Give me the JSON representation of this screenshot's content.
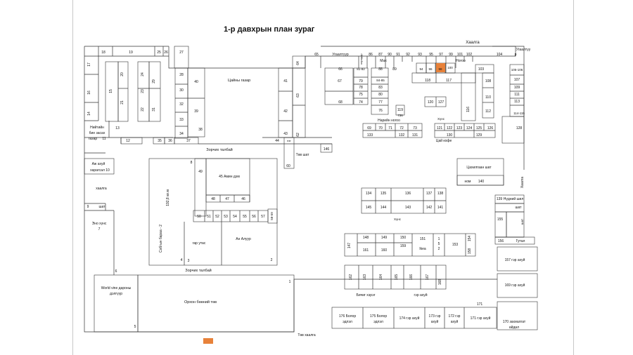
{
  "plan": {
    "title": "1-р давхрын план зураг",
    "highlight_color": "#e8823a",
    "labels": [
      {
        "id": "l-havalga-top",
        "text": "Хаалга"
      },
      {
        "id": "l-18",
        "text": "18"
      },
      {
        "id": "l-19",
        "text": "19"
      },
      {
        "id": "l-25",
        "text": "25"
      },
      {
        "id": "l-26",
        "text": "26"
      },
      {
        "id": "l-27",
        "text": "27"
      },
      {
        "id": "l-17",
        "text": "17"
      },
      {
        "id": "l-16",
        "text": "16"
      },
      {
        "id": "l-14",
        "text": "14"
      },
      {
        "id": "l-15",
        "text": "15"
      },
      {
        "id": "l-20",
        "text": "20"
      },
      {
        "id": "l-21",
        "text": "21"
      },
      {
        "id": "l-24",
        "text": "24"
      },
      {
        "id": "l-23",
        "text": "23"
      },
      {
        "id": "l-22",
        "text": "22"
      },
      {
        "id": "l-29",
        "text": "29"
      },
      {
        "id": "l-31",
        "text": "31"
      },
      {
        "id": "l-28",
        "text": "28"
      },
      {
        "id": "l-30",
        "text": "30"
      },
      {
        "id": "l-32",
        "text": "32"
      },
      {
        "id": "l-33",
        "text": "33"
      },
      {
        "id": "l-34",
        "text": "34"
      },
      {
        "id": "l-40",
        "text": "40"
      },
      {
        "id": "l-39",
        "text": "39"
      },
      {
        "id": "l-38",
        "text": "38"
      },
      {
        "id": "l-cai",
        "text": "Цайны газар"
      },
      {
        "id": "l-41",
        "text": "41"
      },
      {
        "id": "l-42",
        "text": "42"
      },
      {
        "id": "l-43",
        "text": "43"
      },
      {
        "id": "l-44",
        "text": "44"
      },
      {
        "id": "l-64",
        "text": "64"
      },
      {
        "id": "l-63",
        "text": "63"
      },
      {
        "id": "l-62",
        "text": "62"
      },
      {
        "id": "l-65",
        "text": "65"
      },
      {
        "id": "l-ugaaltuur",
        "text": "Угаалтуур"
      },
      {
        "id": "l-korridor",
        "text": "коридор"
      },
      {
        "id": "l-86",
        "text": "86"
      },
      {
        "id": "l-87",
        "text": "87"
      },
      {
        "id": "l-90",
        "text": "90"
      },
      {
        "id": "l-91",
        "text": "91"
      },
      {
        "id": "l-92",
        "text": "92"
      },
      {
        "id": "l-93",
        "text": "93"
      },
      {
        "id": "l-95",
        "text": "95"
      },
      {
        "id": "l-97",
        "text": "97"
      },
      {
        "id": "l-99",
        "text": "99"
      },
      {
        "id": "l-101",
        "text": "101"
      },
      {
        "id": "l-102",
        "text": "102"
      },
      {
        "id": "l-104",
        "text": "104"
      },
      {
        "id": "l-ugaaltuur2",
        "text": "Угаалтуу"
      },
      {
        "id": "l-ugaaltuur2b",
        "text": "р"
      },
      {
        "id": "l-mah",
        "text": "Мах"
      },
      {
        "id": "l-nogoo",
        "text": "Ногоо"
      },
      {
        "id": "l-66",
        "text": "66"
      },
      {
        "id": "l-81",
        "text": "81-82"
      },
      {
        "id": "l-88",
        "text": "88"
      },
      {
        "id": "l-89",
        "text": "89"
      },
      {
        "id": "l-94",
        "text": "94"
      },
      {
        "id": "l-96",
        "text": "96"
      },
      {
        "id": "l-98",
        "text": "98"
      },
      {
        "id": "l-100",
        "text": "100"
      },
      {
        "id": "l-103",
        "text": "103"
      },
      {
        "id": "l-105",
        "text": "105-106"
      },
      {
        "id": "l-107",
        "text": "107"
      },
      {
        "id": "l-108",
        "text": "108"
      },
      {
        "id": "l-109",
        "text": "109"
      },
      {
        "id": "l-110",
        "text": "110"
      },
      {
        "id": "l-111",
        "text": "111"
      },
      {
        "id": "l-112",
        "text": "112"
      },
      {
        "id": "l-113",
        "text": "113"
      },
      {
        "id": "l-114",
        "text": "114-115"
      },
      {
        "id": "l-67",
        "text": "67"
      },
      {
        "id": "l-68",
        "text": "68"
      },
      {
        "id": "l-79",
        "text": "79"
      },
      {
        "id": "l-78",
        "text": "78"
      },
      {
        "id": "l-75",
        "text": "75"
      },
      {
        "id": "l-74",
        "text": "74"
      },
      {
        "id": "l-84",
        "text": "84-85"
      },
      {
        "id": "l-83",
        "text": "83"
      },
      {
        "id": "l-80",
        "text": "80"
      },
      {
        "id": "l-77",
        "text": "77"
      },
      {
        "id": "l-76",
        "text": "76"
      },
      {
        "id": "l-118",
        "text": "118"
      },
      {
        "id": "l-117",
        "text": "117"
      },
      {
        "id": "l-116",
        "text": "116"
      },
      {
        "id": "l-120",
        "text": "120"
      },
      {
        "id": "l-127",
        "text": "127"
      },
      {
        "id": "l-119",
        "text": "119"
      },
      {
        "id": "l-736",
        "text": "736"
      },
      {
        "id": "l-narii",
        "text": "Нарийн ногоо"
      },
      {
        "id": "l-69",
        "text": "69"
      },
      {
        "id": "l-70",
        "text": "70"
      },
      {
        "id": "l-71",
        "text": "71"
      },
      {
        "id": "l-72",
        "text": "72"
      },
      {
        "id": "l-73",
        "text": "73"
      },
      {
        "id": "l-133",
        "text": "133"
      },
      {
        "id": "l-132",
        "text": "132"
      },
      {
        "id": "l-131",
        "text": "131"
      },
      {
        "id": "l-hunsh",
        "text": "Хүнс"
      },
      {
        "id": "l-121",
        "text": "121"
      },
      {
        "id": "l-122",
        "text": "122"
      },
      {
        "id": "l-123",
        "text": "123"
      },
      {
        "id": "l-124",
        "text": "124"
      },
      {
        "id": "l-125",
        "text": "125"
      },
      {
        "id": "l-126",
        "text": "126"
      },
      {
        "id": "l-130",
        "text": "130"
      },
      {
        "id": "l-129",
        "text": "129"
      },
      {
        "id": "l-128",
        "text": "128"
      },
      {
        "id": "l-caikofe",
        "text": "Цай кофе"
      },
      {
        "id": "l-neiti1",
        "text": "Нийтийн"
      },
      {
        "id": "l-neiti2",
        "text": "бие засах"
      },
      {
        "id": "l-neiti3",
        "text": "газар"
      },
      {
        "id": "l-11",
        "text": "11"
      },
      {
        "id": "l-13",
        "text": "13"
      },
      {
        "id": "l-12",
        "text": "12"
      },
      {
        "id": "l-35",
        "text": "35"
      },
      {
        "id": "l-36",
        "text": "36"
      },
      {
        "id": "l-37",
        "text": "37"
      },
      {
        "id": "l-zorchi1",
        "text": "Зорчих талбай"
      },
      {
        "id": "l-tev-shat",
        "text": "Төв шат"
      },
      {
        "id": "l-146",
        "text": "146"
      },
      {
        "id": "l-60",
        "text": "60"
      },
      {
        "id": "l-hel",
        "text": "нэг"
      },
      {
        "id": "l-ajahui1",
        "text": "Аж ахуй"
      },
      {
        "id": "l-ajahui2",
        "text": "харагсал 10"
      },
      {
        "id": "l-havalga-left",
        "text": "хаалга"
      },
      {
        "id": "l-9",
        "text": "9"
      },
      {
        "id": "l-shat-left",
        "text": "шат"
      },
      {
        "id": "l-eno1",
        "text": "Эно хүнс"
      },
      {
        "id": "l-7",
        "text": "7"
      },
      {
        "id": "l-6",
        "text": "6"
      },
      {
        "id": "l-8",
        "text": "8"
      },
      {
        "id": "l-49",
        "text": "49"
      },
      {
        "id": "l-45",
        "text": "45  Амин дэм"
      },
      {
        "id": "l-48",
        "text": "48"
      },
      {
        "id": "l-47",
        "text": "47"
      },
      {
        "id": "l-46",
        "text": "46"
      },
      {
        "id": "l-192",
        "text": "192,8 кв.м"
      },
      {
        "id": "l-sob",
        "text": "Собгын бараа - 2"
      },
      {
        "id": "l-50",
        "text": "50"
      },
      {
        "id": "l-51",
        "text": "51"
      },
      {
        "id": "l-52",
        "text": "52"
      },
      {
        "id": "l-53",
        "text": "53"
      },
      {
        "id": "l-54",
        "text": "54"
      },
      {
        "id": "l-55",
        "text": "55"
      },
      {
        "id": "l-56",
        "text": "56"
      },
      {
        "id": "l-57",
        "text": "57"
      },
      {
        "id": "l-58",
        "text": "58-59"
      },
      {
        "id": "l-garutas",
        "text": "гар утас"
      },
      {
        "id": "l-anapuur",
        "text": "Ан Алуур"
      },
      {
        "id": "l-4",
        "text": "4"
      },
      {
        "id": "l-3",
        "text": "3"
      },
      {
        "id": "l-2",
        "text": "2"
      },
      {
        "id": "l-zorchi2",
        "text": "Зорчих талбай"
      },
      {
        "id": "l-world1",
        "text": "World vine дароны"
      },
      {
        "id": "l-world2",
        "text": "дэлгүүр"
      },
      {
        "id": "l-5",
        "text": "5"
      },
      {
        "id": "l-1",
        "text": "1"
      },
      {
        "id": "l-orhon",
        "text": "Орхон бөөний төв"
      },
      {
        "id": "l-tev-havalga",
        "text": "Төв хаалга"
      },
      {
        "id": "l-cakilgaan",
        "text": "Цахилгаан шат"
      },
      {
        "id": "l-nom",
        "text": "ном"
      },
      {
        "id": "l-140",
        "text": "140"
      },
      {
        "id": "l-havalga-right",
        "text": "Хаалга"
      },
      {
        "id": "l-134",
        "text": "134"
      },
      {
        "id": "l-135",
        "text": "135"
      },
      {
        "id": "l-136",
        "text": "136"
      },
      {
        "id": "l-137",
        "text": "137"
      },
      {
        "id": "l-138",
        "text": "138"
      },
      {
        "id": "l-145",
        "text": "145"
      },
      {
        "id": "l-144",
        "text": "144"
      },
      {
        "id": "l-143",
        "text": "143"
      },
      {
        "id": "l-142",
        "text": "142"
      },
      {
        "id": "l-141",
        "text": "141"
      },
      {
        "id": "l-139",
        "text": "139"
      },
      {
        "id": "l-nudni",
        "text": "Нүдний шил"
      },
      {
        "id": "l-shat-right",
        "text": "шат"
      },
      {
        "id": "l-155",
        "text": "155"
      },
      {
        "id": "l-shat-right2",
        "text": "шат"
      },
      {
        "id": "l-hunsh2",
        "text": "Хүнс"
      },
      {
        "id": "l-148",
        "text": "148"
      },
      {
        "id": "l-149",
        "text": "149"
      },
      {
        "id": "l-150",
        "text": "150"
      },
      {
        "id": "l-151",
        "text": "151"
      },
      {
        "id": "l-152a",
        "text": "1"
      },
      {
        "id": "l-152b",
        "text": "5"
      },
      {
        "id": "l-152c",
        "text": "2"
      },
      {
        "id": "l-153",
        "text": "153"
      },
      {
        "id": "l-154",
        "text": "154"
      },
      {
        "id": "l-147",
        "text": "147"
      },
      {
        "id": "l-161",
        "text": "161"
      },
      {
        "id": "l-160",
        "text": "160"
      },
      {
        "id": "l-159",
        "text": "159"
      },
      {
        "id": "l-ikea",
        "text": "Ikea"
      },
      {
        "id": "l-158",
        "text": "158"
      },
      {
        "id": "l-156",
        "text": "156"
      },
      {
        "id": "l-gutal",
        "text": "Гутал"
      },
      {
        "id": "l-157",
        "text": "157 гэр ахуй"
      },
      {
        "id": "l-162",
        "text": "162"
      },
      {
        "id": "l-163",
        "text": "163"
      },
      {
        "id": "l-164",
        "text": "164"
      },
      {
        "id": "l-165",
        "text": "165"
      },
      {
        "id": "l-166",
        "text": "166"
      },
      {
        "id": "l-167",
        "text": "167"
      },
      {
        "id": "l-168",
        "text": "168"
      },
      {
        "id": "l-169",
        "text": "169 гэр ахуй"
      },
      {
        "id": "l-bichig",
        "text": "Бичиг хэрэг"
      },
      {
        "id": "l-gerahui",
        "text": "гэр ахуй"
      },
      {
        "id": "l-171top",
        "text": "171"
      },
      {
        "id": "l-176a",
        "text": "176 Болор"
      },
      {
        "id": "l-176b",
        "text": "эдлэл"
      },
      {
        "id": "l-175a",
        "text": "175 Болор"
      },
      {
        "id": "l-175b",
        "text": "эдлэл"
      },
      {
        "id": "l-174",
        "text": "174 гэр ахуй"
      },
      {
        "id": "l-173a",
        "text": "173 гэр"
      },
      {
        "id": "l-173b",
        "text": "ахуй"
      },
      {
        "id": "l-172a",
        "text": "172 гэр"
      },
      {
        "id": "l-172b",
        "text": "ахуй"
      },
      {
        "id": "l-171",
        "text": "171 гэр ахуй"
      },
      {
        "id": "l-170a",
        "text": "170 захиалгат"
      },
      {
        "id": "l-170b",
        "text": "өйдөл"
      }
    ]
  }
}
